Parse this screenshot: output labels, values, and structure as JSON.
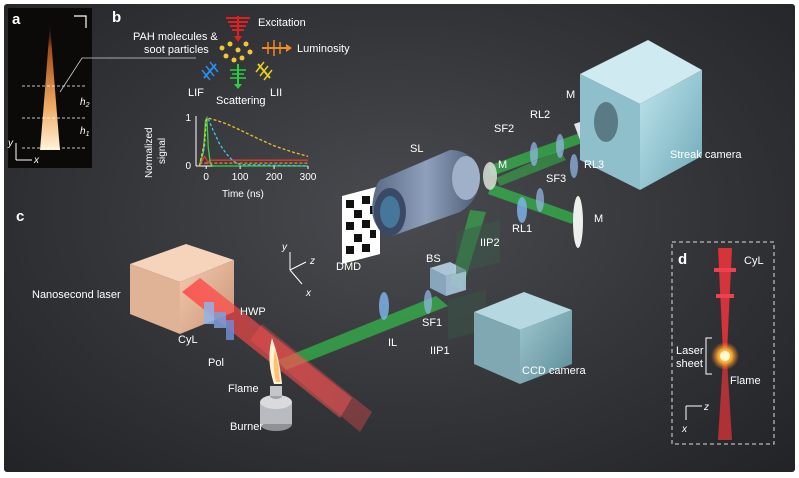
{
  "panels": {
    "a": "a",
    "b": "b",
    "c": "c",
    "d": "d"
  },
  "panel_a": {
    "h2": "h",
    "h2_sub": "2",
    "h1": "h",
    "h1_sub": "1",
    "y": "y",
    "x": "x"
  },
  "panel_b": {
    "pah_line1": "PAH molecules &",
    "pah_line2": "soot particles",
    "excitation": "Excitation",
    "luminosity": "Luminosity",
    "lif": "LIF",
    "scattering": "Scattering",
    "lii": "LII",
    "ylabel_line1": "Normalized",
    "ylabel_line2": "signal",
    "xlabel": "Time (ns)",
    "xticks": [
      "0",
      "100",
      "200",
      "300"
    ],
    "yticks": [
      "0",
      "1"
    ]
  },
  "chart_data": {
    "type": "line",
    "xlabel": "Time (ns)",
    "ylabel": "Normalized signal",
    "xlim": [
      -30,
      300
    ],
    "ylim": [
      0,
      1
    ],
    "series": [
      {
        "color": "#e23a2c",
        "x": [
          -20,
          -5,
          0,
          5,
          10,
          20,
          300
        ],
        "y": [
          0,
          0.2,
          0.15,
          0.06,
          0.12,
          0.12,
          0.12
        ]
      },
      {
        "color": "#3bd14a",
        "x": [
          -20,
          -8,
          -2,
          2,
          6,
          12,
          20,
          300
        ],
        "y": [
          0,
          0.3,
          0.95,
          1.0,
          0.4,
          0.05,
          0,
          0
        ]
      },
      {
        "color": "#3ec8e6",
        "x": [
          -20,
          -5,
          0,
          5,
          20,
          40,
          60,
          80,
          100,
          300
        ],
        "y": [
          0,
          0.4,
          0.95,
          1.0,
          0.75,
          0.45,
          0.25,
          0.1,
          0.03,
          0
        ]
      },
      {
        "color": "#e6c229",
        "x": [
          -20,
          -5,
          0,
          5,
          30,
          60,
          100,
          150,
          200,
          250,
          300
        ],
        "y": [
          0,
          0.5,
          0.95,
          1.0,
          0.95,
          0.88,
          0.75,
          0.58,
          0.42,
          0.3,
          0.2
        ]
      },
      {
        "color": "#e38b2a",
        "x": [
          -20,
          300
        ],
        "y": [
          0.06,
          0.06
        ]
      }
    ]
  },
  "panel_c": {
    "laser": "Nanosecond laser",
    "hwp": "HWP",
    "cyl": "CyL",
    "pol": "Pol",
    "flame": "Flame",
    "burner": "Burner",
    "il": "IL",
    "sf1": "SF1",
    "iip1": "IIP1",
    "bs": "BS",
    "iip2": "IIP2",
    "ccd": "CCD camera",
    "dmd": "DMD",
    "sl": "SL",
    "m_mid": "M",
    "sf2": "SF2",
    "rl2": "RL2",
    "m_top": "M",
    "rl3": "RL3",
    "sf3": "SF3",
    "rl1": "RL1",
    "m_right": "M",
    "streak": "Streak camera",
    "axis_y": "y",
    "axis_z": "z",
    "axis_x": "x"
  },
  "panel_d": {
    "cyl": "CyL",
    "laser_line1": "Laser",
    "laser_line2": "sheet",
    "flame": "Flame",
    "z": "z",
    "x": "x"
  }
}
